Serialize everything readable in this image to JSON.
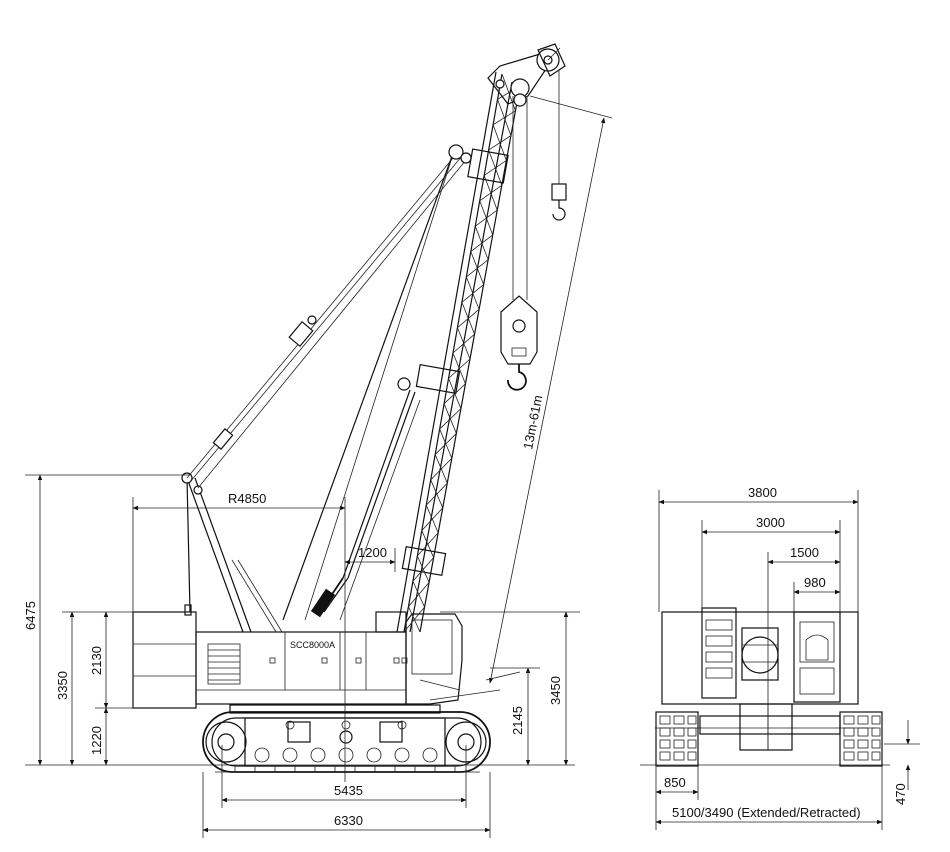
{
  "side_view": {
    "boom_length": "13m-61m",
    "tail_radius": "R4850",
    "dim_1200": "1200",
    "height_total": "6475",
    "height_3350": "3350",
    "height_2130": "2130",
    "height_1220": "1220",
    "height_2145": "2145",
    "height_3450": "3450",
    "tumbler_distance": "5435",
    "track_length": "6330",
    "model_label": "SCC8000A"
  },
  "rear_view": {
    "width_3800": "3800",
    "width_3000": "3000",
    "width_1500": "1500",
    "width_980": "980",
    "shoe_width": "850",
    "ground_clearance": "470",
    "track_gauge": "5100/3490 (Extended/Retracted)"
  }
}
